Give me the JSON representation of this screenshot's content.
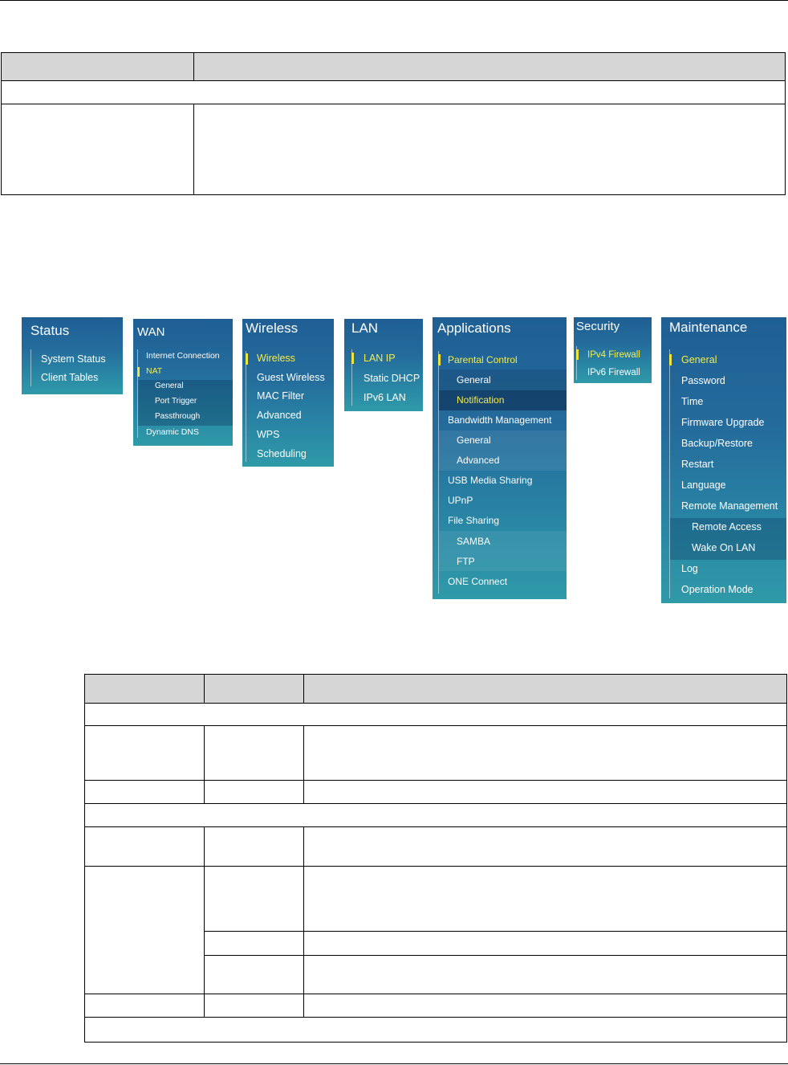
{
  "menus": {
    "status": {
      "title": "Status",
      "items": [
        "System Status",
        "Client Tables"
      ]
    },
    "wan": {
      "title": "WAN",
      "items": [
        "Internet Connection",
        "NAT",
        "General",
        "Port Trigger",
        "Passthrough",
        "Dynamic DNS"
      ],
      "active": "NAT"
    },
    "wireless": {
      "title": "Wireless",
      "items": [
        "Wireless",
        "Guest Wireless",
        "MAC Filter",
        "Advanced",
        "WPS",
        "Scheduling"
      ],
      "active": "Wireless"
    },
    "lan": {
      "title": "LAN",
      "items": [
        "LAN IP",
        "Static DHCP",
        "IPv6 LAN"
      ],
      "active": "LAN IP"
    },
    "applications": {
      "title": "Applications",
      "items": [
        "Parental Control",
        "General",
        "Notification",
        "Bandwidth Management",
        "General",
        "Advanced",
        "USB Media Sharing",
        "UPnP",
        "File Sharing",
        "SAMBA",
        "FTP",
        "ONE Connect"
      ],
      "active": [
        "Parental Control",
        "Notification"
      ]
    },
    "security": {
      "title": "Security",
      "items": [
        "IPv4 Firewall",
        "IPv6 Firewall"
      ],
      "active": "IPv4 Firewall"
    },
    "maintenance": {
      "title": "Maintenance",
      "items": [
        "General",
        "Password",
        "Time",
        "Firmware Upgrade",
        "Backup/Restore",
        "Restart",
        "Language",
        "Remote Management",
        "Remote Access",
        "Wake On LAN",
        "Log",
        "Operation Mode"
      ],
      "active": "General"
    }
  },
  "colors": {
    "panel_top": "#1f5f94",
    "panel_bottom": "#2f9aa8",
    "active_text": "#f4ec4a",
    "table_header": "#d6d6d6"
  }
}
